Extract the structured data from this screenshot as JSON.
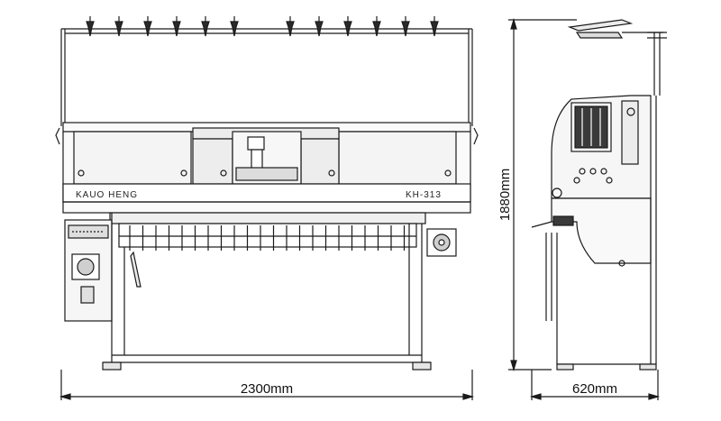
{
  "front_view": {
    "brand": "KAUO HENG",
    "model": "KH-313",
    "width_dimension": "2300mm"
  },
  "side_view": {
    "height_dimension": "1880mm",
    "depth_dimension": "620mm"
  },
  "colors": {
    "line": "#1a1a1a",
    "panel_fill": "#f2f2f2",
    "dark_fill": "#3a3a3a"
  }
}
